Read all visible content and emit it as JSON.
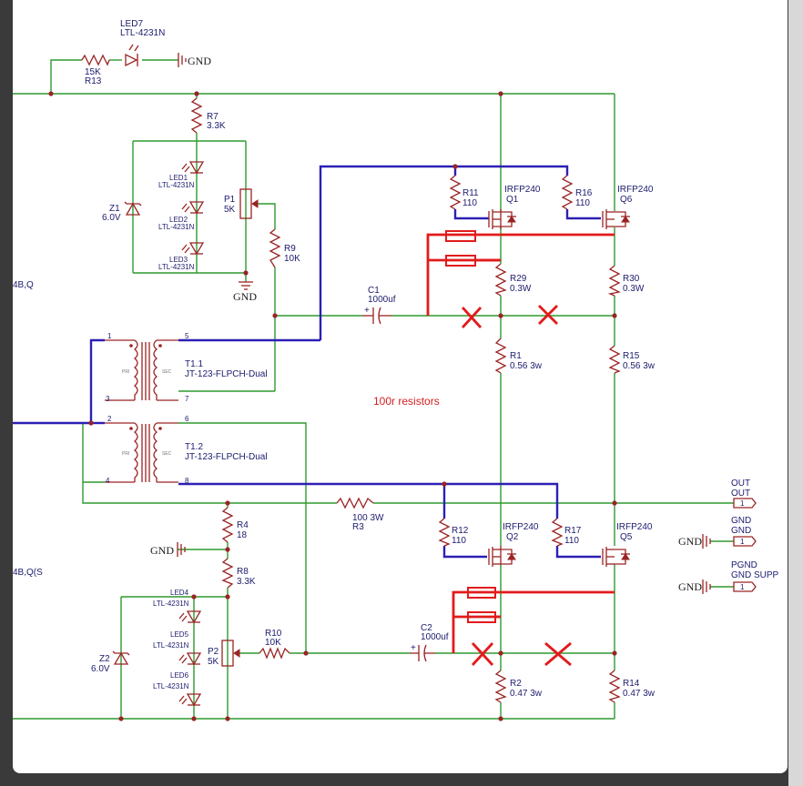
{
  "labels": {
    "led7_ref": "LED7",
    "led7_val": "LTL-4231N",
    "r13_val": "15K",
    "r13_ref": "R13",
    "gnd_top": "GND",
    "r7_ref": "R7",
    "r7_val": "3.3K",
    "led1_ref": "LED1",
    "led1_val": "LTL-4231N",
    "led2_ref": "LED2",
    "led2_val": "LTL-4231N",
    "led3_ref": "LED3",
    "led3_val": "LTL-4231N",
    "z1_ref": "Z1",
    "z1_val": "6.0V",
    "p1_ref": "P1",
    "p1_val": "5K",
    "r9_ref": "R9",
    "r9_val": "10K",
    "gnd_mid": "GND",
    "net_left_top": "4B,Q",
    "r11_ref": "R11",
    "r11_val": "110",
    "q1_val": "IRFP240",
    "q1_ref": "Q1",
    "r16_ref": "R16",
    "r16_val": "110",
    "q6_val": "IRFP240",
    "q6_ref": "Q6",
    "r29_ref": "R29",
    "r29_val": "0.3W",
    "r30_ref": "R30",
    "r30_val": "0.3W",
    "c1_ref": "C1",
    "c1_val": "1000uf",
    "t11_pin1": "1",
    "t11_pin5": "5",
    "t11_pin3": "3",
    "t11_pin7": "7",
    "t11_ref": "T1.1",
    "t11_val": "JT-123-FLPCH-Dual",
    "r1_ref": "R1",
    "r1_val": "0.56 3w",
    "r15_ref": "R15",
    "r15_val": "0.56 3w",
    "note_100r": "100r resistors",
    "t12_pin2": "2",
    "t12_pin6": "6",
    "t12_pin4": "4",
    "t12_pin8": "8",
    "t12_ref": "T1.2",
    "t12_val": "JT-123-FLPCH-Dual",
    "pri": "PRI",
    "sec": "SEC",
    "out_label1": "OUT",
    "out_label2": "OUT",
    "out_pin": "1",
    "gnd_lbl1": "GND",
    "gnd_lbl2": "GND",
    "gnd_pin": "1",
    "gnd_sym1": "GND",
    "pgnd_lbl1": "PGND",
    "pgnd_lbl2": "GND SUPP",
    "pgnd_pin": "1",
    "gnd_sym2": "GND",
    "r3_val": "100 3W",
    "r3_ref": "R3",
    "r4_ref": "R4",
    "r4_val": "18",
    "r12_ref": "R12",
    "r12_val": "110",
    "q2_val": "IRFP240",
    "q2_ref": "Q2",
    "r17_ref": "R17",
    "r17_val": "110",
    "q5_val": "IRFP240",
    "q5_ref": "Q5",
    "net_left_bot": "4B,Q(S",
    "gnd_left": "GND",
    "r8_ref": "R8",
    "r8_val": "3.3K",
    "led4_ref": "LED4",
    "led4_val": "LTL-4231N",
    "led5_ref": "LED5",
    "led5_val": "LTL-4231N",
    "led6_ref": "LED6",
    "led6_val": "LTL-4231N",
    "z2_ref": "Z2",
    "z2_val": "6.0V",
    "p2_ref": "P2",
    "p2_val": "5K",
    "r10_ref": "R10",
    "r10_val": "10K",
    "c2_ref": "C2",
    "c2_val": "1000uf",
    "r2_ref": "R2",
    "r2_val": "0.47 3w",
    "r14_ref": "R14",
    "r14_val": "0.47 3w"
  }
}
